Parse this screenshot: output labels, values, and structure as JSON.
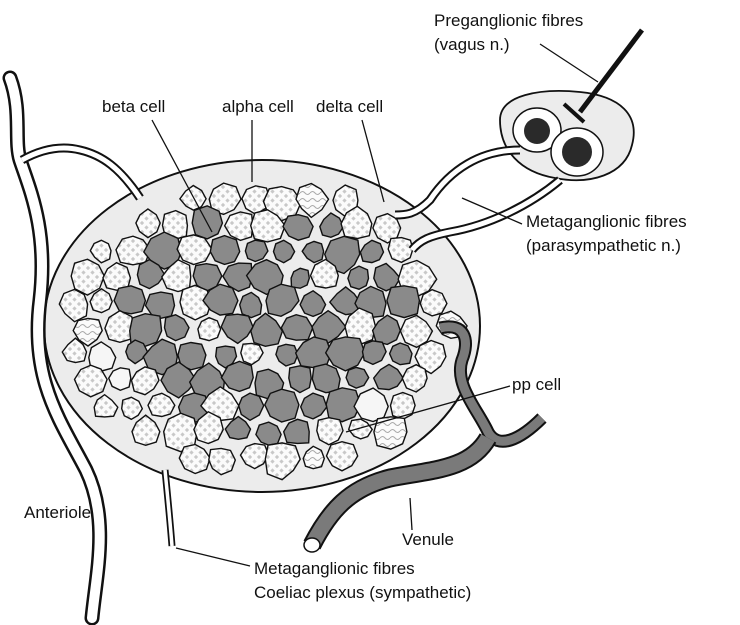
{
  "labels": {
    "preganglionic_1": "Preganglionic fibres",
    "preganglionic_2": "(vagus n.)",
    "beta": "beta cell",
    "alpha": "alpha cell",
    "delta": "delta cell",
    "metaganglionic_para_1": "Metaganglionic fibres",
    "metaganglionic_para_2": "(parasympathetic n.)",
    "pp": "pp cell",
    "anteriole": "Anteriole",
    "venule": "Venule",
    "metaganglionic_symp_1": "Metaganglionic fibres",
    "metaganglionic_symp_2": "Coeliac plexus (sympathetic)"
  },
  "colors": {
    "islet_fill": "#ececec",
    "beta_cell": "#8a8a8a",
    "alpha_cell": "#fbfbfb",
    "alpha_pattern": "#c8c8c8",
    "venule": "#7a7a7a",
    "ganglion_cell": "#2a2a2a",
    "outline": "#111111"
  },
  "icons": [
    "ganglion-cell-icon",
    "venule-icon",
    "anteriole-icon"
  ]
}
